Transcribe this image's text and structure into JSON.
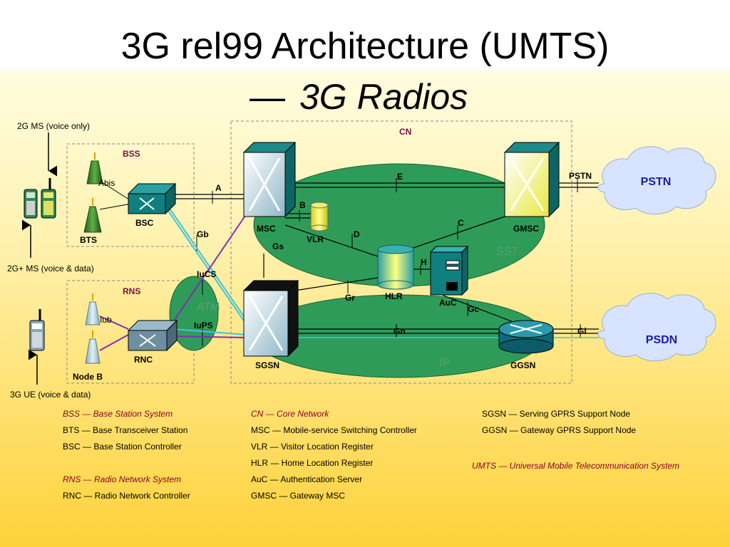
{
  "title": {
    "line1": "3G rel99 Architecture (UMTS)",
    "line2_dash": "—",
    "line2_italic": "3G Radios"
  },
  "colors": {
    "bg_top": "#fffde0",
    "bg_bottom": "#ffd23a",
    "green": "#2e9c58",
    "teal": "#0f7f7f",
    "cloud": "#d8e4ff",
    "cloud_text": "#1a1aa8",
    "red_label": "#7a1040",
    "purple": "#8a2ab8",
    "cyan": "#44c4d8"
  },
  "labels": {
    "ms2g": "2G MS (voice only)",
    "ms2gplus": "2G+ MS (voice & data)",
    "ue3g": "3G UE (voice & data)",
    "bss": "BSS",
    "rns": "RNS",
    "cn": "CN",
    "abis": "Abis",
    "bts": "BTS",
    "bsc": "BSC",
    "iub": "Iub",
    "nodeb": "Node B",
    "rnc": "RNC",
    "a": "A",
    "gb": "Gb",
    "iucs": "IuCS",
    "iups": "IuPS",
    "atm": "ATM",
    "msc": "MSC",
    "vlr": "VLR",
    "b": "B",
    "gs": "Gs",
    "d": "D",
    "e": "E",
    "c": "C",
    "gmsc": "GMSC",
    "ss7": "SS7",
    "hlr": "HLR",
    "h": "H",
    "auc": "AuC",
    "gr": "Gr",
    "gc": "Gc",
    "sgsn": "SGSN",
    "gn": "Gn",
    "ggsn": "GGSN",
    "gi": "Gi",
    "ip": "IP",
    "pstn_link": "PSTN",
    "pstn": "PSTN",
    "psdn": "PSDN"
  },
  "legend": {
    "col1": [
      "BSS — Base Station System",
      "BTS — Base Transceiver Station",
      "BSC — Base Station Controller",
      "RNS — Radio Network System",
      "RNC — Radio Network Controller"
    ],
    "col2": [
      "CN — Core Network",
      "MSC — Mobile-service Switching Controller",
      "VLR — Visitor Location Register",
      "HLR — Home Location Register",
      "AuC — Authentication Server",
      "GMSC — Gateway MSC"
    ],
    "col3": [
      "SGSN — Serving GPRS Support Node",
      "GGSN — Gateway GPRS Support Node",
      "UMTS — Universal Mobile Telecommunication System"
    ]
  }
}
